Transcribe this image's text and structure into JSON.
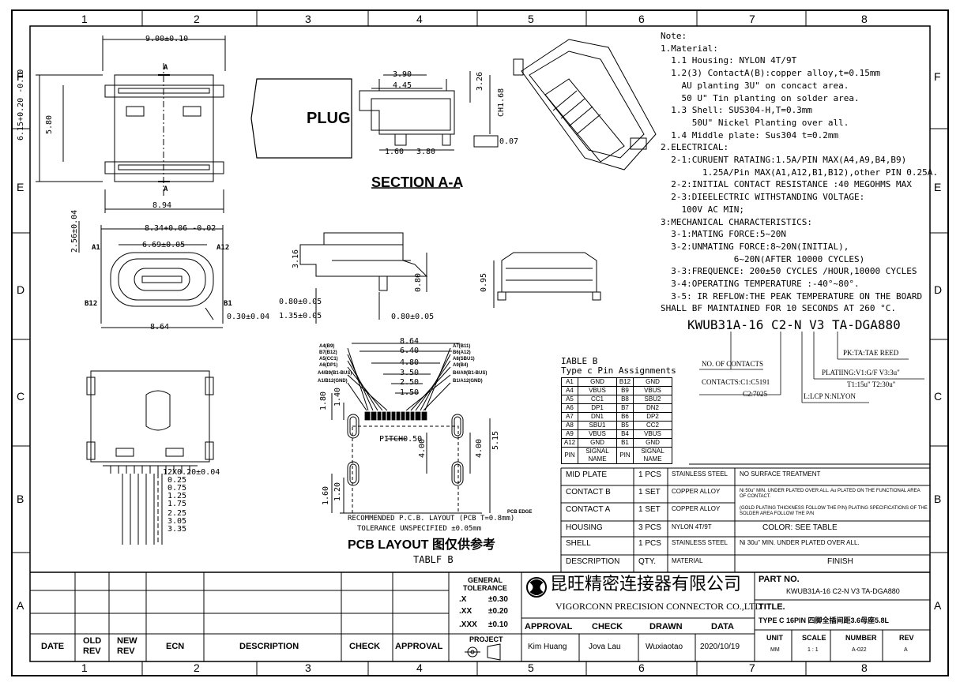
{
  "frame": {
    "columns": [
      "1",
      "2",
      "3",
      "4",
      "5",
      "6",
      "7",
      "8"
    ],
    "rows": [
      "F",
      "E",
      "D",
      "C",
      "B",
      "A"
    ]
  },
  "dims": {
    "top_width": "9.00±0.10",
    "height_615": "6.15+0.20 -0.10",
    "height_580": "5.80",
    "width_894": "8.94",
    "section_a": "A",
    "w_834": "8.34+0.06 -0.02",
    "w_669": "6.69±0.05",
    "h_256": "2.56±0.04",
    "w_864": "8.64",
    "t_030": "0.30±0.04",
    "pin_a1": "A1",
    "pin_a12": "A12",
    "pin_b12": "B12",
    "pin_b1": "B1",
    "side_316": "3.16",
    "side_080v": "0.80",
    "side_080a": "0.80±0.05",
    "side_135": "1.35±0.05",
    "side_080b": "0.80±0.05",
    "end_095": "0.95",
    "plug": "PLUG",
    "sec_390": "3.90",
    "sec_445": "4.45",
    "sec_326": "3.26",
    "sec_ch168": "CH1.68",
    "sec_160": "1.60",
    "sec_380": "3.80",
    "sec_007": "0.07",
    "section_title": "SECTION A-A",
    "bot_12x020": "12X0.20±0.04",
    "bot_values": [
      "0.25",
      "0.75",
      "1.25",
      "1.75",
      "2.25",
      "3.05",
      "3.35"
    ]
  },
  "pcb": {
    "w864": "8.64",
    "w640": "6.40",
    "w480": "4.80",
    "w350": "3.50",
    "w250": "2.50",
    "w150": "1.50",
    "h180": "1.80",
    "h140": "1.40",
    "pitch": "PITCH0.50",
    "h400a": "4.00",
    "h400b": "4.00",
    "h515": "5.15",
    "h160": "1.60",
    "h120": "1.20",
    "left_labels": [
      "A4(B9)",
      "B7(B12)",
      "A5(CC1)",
      "A6(DP1)",
      "A4/B9(B1-BUS)",
      "A1/B12(GND)"
    ],
    "right_labels": [
      "A7(B11)",
      "B6(A12)",
      "A8(SBU1)",
      "A9(B4)",
      "B4/A9(B1-BUS)",
      "B1/A12(GND)"
    ],
    "recommended": "RECOMMENDED  P.C.B. LAYOUT  (PCB T=0.8mm)",
    "pcb_edge": "PCB EDGE",
    "tolerance": "TOLERANCE UNSPECIFIED ±0.05mm",
    "title": "PCB LAYOUT 图仅供参考",
    "tablf": "TABLF B"
  },
  "notes": {
    "lines": [
      "Note:",
      "1.Material:",
      "  1.1 Housing: NYLON 4T/9T",
      "  1.2(3) ContactA(B):copper alloy,t=0.15mm",
      "    AU planting 3U\" on concact area.",
      "    50 U\" Tin planting on solder area.",
      "  1.3 Shell: SUS304-H,T=0.3mm",
      "      50U\" Nickel Planting over all.",
      "  1.4 Middle plate: Sus304 t=0.2mm",
      "2.ELECTRICAL:",
      "  2-1:CURUENT RATAING:1.5A/PIN MAX(A4,A9,B4,B9)",
      "        1.25A/Pin MAX(A1,A12,B1,B12),other PIN 0.25A.",
      "  2-2:INITIAL CONTACT RESISTANCE :40 MEGOHMS MAX",
      "  2-3:DIEELECTRIC WITHSTANDING VOLTAGE:",
      "    100V AC MIN;",
      "3:MECHANICAL CHARACTERISTICS:",
      "  3-1:MATING FORCE:5~20N",
      "  3-2:UNMATING FORCE:8~20N(INITIAL),",
      "              6~20N(AFTER 10000 CYCLES)",
      "  3-3:FREQUENCE: 200±50 CYCLES /HOUR,10000 CYCLES",
      "  3-4:OPERATING TEMPERATURE :-40°~80°.",
      "  3-5: IR REFLOW:THE PEAK TEMPERATURE ON THE BOARD",
      "SHALL BF MAINTAINED FOR 10 SECONDS AT 260 °C."
    ]
  },
  "part_code": {
    "code": "KWUB31A-16 C2-N V3 TA-DGA880",
    "pk": "PK:TA:TAE REED",
    "no_contacts": "NO. OF CONTACTS",
    "plating": "PLATIING:V1:G/F  V3:3u\"",
    "plating2": "T1:15u\"  T2:30u\"",
    "contacts": "CONTACTS:C1:C5191",
    "contacts2": "C2:7025",
    "lcp": "L:LCP  N:NLYON"
  },
  "pin_table": {
    "title1": "IABLE B",
    "title2": "Type c Pin Assignments",
    "rows": [
      [
        "A1",
        "GND",
        "B12",
        "GND"
      ],
      [
        "A4",
        "VBUS",
        "B9",
        "VBUS"
      ],
      [
        "A5",
        "CC1",
        "B8",
        "SBU2"
      ],
      [
        "A6",
        "DP1",
        "B7",
        "DN2"
      ],
      [
        "A7",
        "DN1",
        "B6",
        "DP2"
      ],
      [
        "A8",
        "SBU1",
        "B5",
        "CC2"
      ],
      [
        "A9",
        "VBUS",
        "B4",
        "VBUS"
      ],
      [
        "A12",
        "GND",
        "B1",
        "GND"
      ],
      [
        "PIN",
        "SIGNAL NAME",
        "PIN",
        "SIGNAL NAME"
      ]
    ]
  },
  "bom": {
    "rows": [
      [
        "MID PLATE",
        "1 PCS",
        "STAINLESS STEEL",
        "NO SURFACE TREATMENT"
      ],
      [
        "CONTACT B",
        "1 SET",
        "COPPER ALLOY",
        "Ni 50u\" MIN. UNDER PLATED OVER ALL. Au PLATED ON THE FUNCTIONAL AREA OF CONTACT."
      ],
      [
        "CONTACT A",
        "1 SET",
        "COPPER ALLOY",
        "(GOLD PLATING THICKNESS FOLLOW THE P/N) PLATING SPECIFICATIONS OF THE SOLDER AREA FOLLOW THE P/N"
      ],
      [
        "HOUSING",
        "3 PCS",
        "NYLON 4T/9T",
        "COLOR: SEE TABLE"
      ],
      [
        "SHELL",
        "1 PCS",
        "STAINLESS STEEL",
        "Ni 30u\" MIN. UNDER PLATED OVER ALL."
      ],
      [
        "DESCRIPTION",
        "QTY.",
        "MATERIAL",
        "FINISH"
      ]
    ]
  },
  "title_block": {
    "revision_headers": [
      "DATE",
      "OLD REV",
      "NEW REV",
      "ECN",
      "DESCRIPTION",
      "CHECK",
      "APPROVAL"
    ],
    "old_rev": [
      "OLD",
      "REV"
    ],
    "new_rev": [
      "NEW",
      "REV"
    ],
    "general": "GENERAL",
    "tolerance": "TOLERANCE",
    "tol_rows": [
      [
        ".X",
        "±0.30"
      ],
      [
        ".XX",
        "±0.20"
      ],
      [
        ".XXX",
        "±0.10"
      ]
    ],
    "project": "PROJECT",
    "company_cn": "昆旺精密连接器有限公司",
    "company_en": "VIGORCONN PRECISION CONNECTOR CO.,LTD",
    "approval_label": "APPROVAL",
    "check_label": "CHECK",
    "drawn_label": "DRAWN",
    "data_label": "DATA",
    "approval": "Kim Huang",
    "check": "Jova Lau",
    "drawn": "Wuxiaotao",
    "date": "2020/10/19",
    "part_no_label": "PART NO.",
    "part_no": "KWUB31A-16 C2-N V3 TA-DGA880",
    "title_label": "TITLE.",
    "title": "TYPE C 16PIN 四脚全插间距3.6母座5.8L",
    "unit_label": "UNIT",
    "unit": "MM",
    "scale_label": "SCALE",
    "scale": "1 : 1",
    "number_label": "NUMBER",
    "number": "A-022",
    "rev_label": "REV",
    "rev": "A"
  }
}
